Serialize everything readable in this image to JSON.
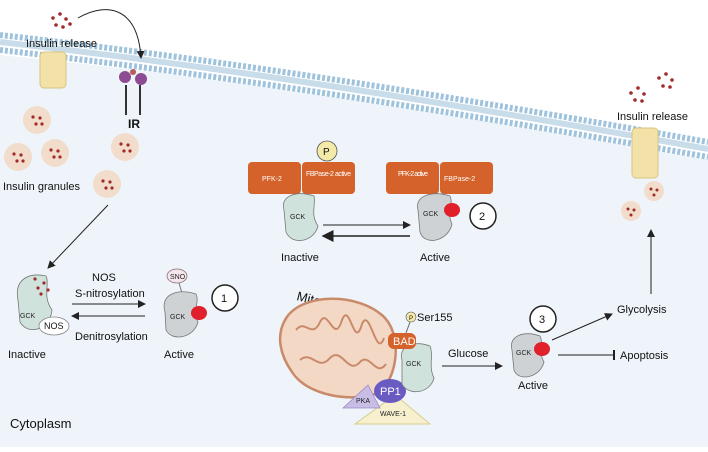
{
  "labels": {
    "insulin_release_left": "Insulin release",
    "insulin_release_right": "Insulin release",
    "ir": "IR",
    "insulin_granules": "Insulin granules",
    "cytoplasm": "Cytoplasm",
    "nos_top": "NOS",
    "s_nitrosylation": "S-nitrosylation",
    "denitrosylation": "Denitrosylation",
    "nos_inner": "NOS",
    "sno": "SNO",
    "inactive_1": "Inactive",
    "active_1": "Active",
    "inactive_2": "Inactive",
    "active_2": "Active",
    "active_3": "Active",
    "p": "P",
    "pfk2_1": "PFK-2",
    "fbpase2_active_1": "FBPase-2 active",
    "pfk2_active_2": "PFK-2 active",
    "fbpase2_2": "FBPase-2",
    "mitochondrion": "Mitochondrion",
    "p_small": "P",
    "ser155": "Ser155",
    "bad": "BAD",
    "pka": "PKA",
    "pp1": "PP1",
    "wave1": "WAVE-1",
    "glucose": "Glucose",
    "glycolysis": "Glycolysis",
    "apoptosis": "Apoptosis",
    "gck": "GCK",
    "step1": "1",
    "step2": "2",
    "step3": "3"
  },
  "colors": {
    "membrane": "#9fc3dd",
    "cytoplasm_bg": "#eef4f9",
    "granule": "#f2dccb",
    "granule_dot": "#a12a2a",
    "kinase_box": "#d4622a",
    "gck_grey": "#cfd2d4",
    "gck_green": "#cfe3dc",
    "red_site": "#e0202a",
    "mito_fill": "#f4d8c6",
    "mito_line": "#c98a6a",
    "pp1": "#6a5bc2",
    "pka": "#c9bde5",
    "wave1": "#f6f0cf"
  }
}
